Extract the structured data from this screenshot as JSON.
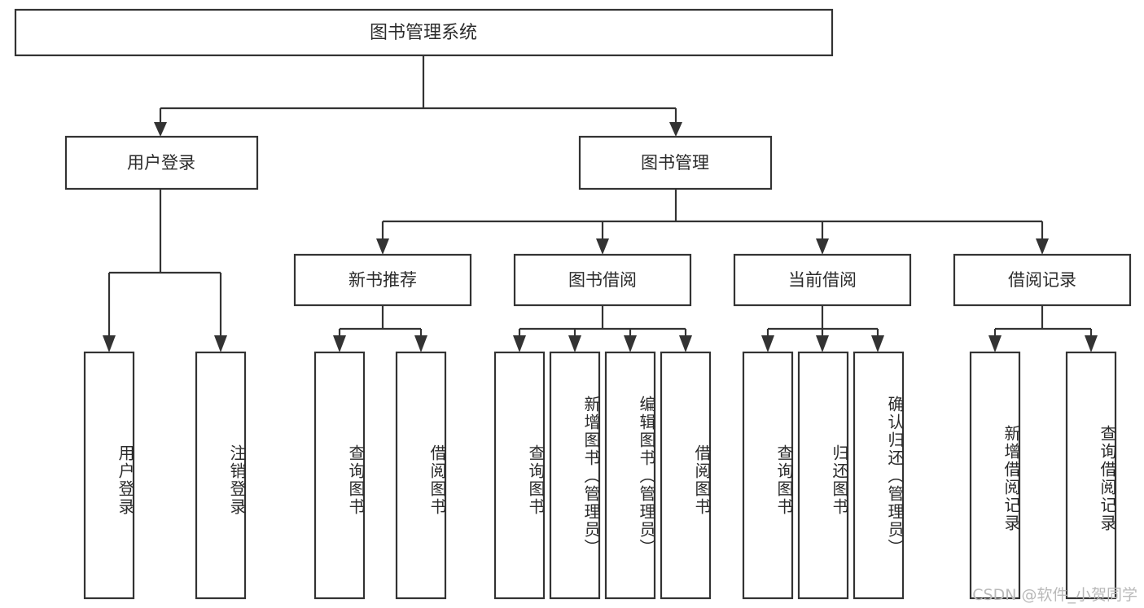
{
  "diagram": {
    "title_node": {
      "label": "图书管理系统"
    },
    "level2": [
      {
        "label": "用户登录"
      },
      {
        "label": "图书管理"
      }
    ],
    "level3": [
      {
        "label": "新书推荐"
      },
      {
        "label": "图书借阅"
      },
      {
        "label": "当前借阅"
      },
      {
        "label": "借阅记录"
      }
    ],
    "leaves": {
      "user_login": [
        {
          "label": "用户登录"
        },
        {
          "label": "注销登录"
        }
      ],
      "new_book_recommend": [
        {
          "label": "查询图书"
        },
        {
          "label": "借阅图书"
        }
      ],
      "book_borrow": [
        {
          "label": "查询图书"
        },
        {
          "label": "新增图书（管理员）"
        },
        {
          "label": "编辑图书（管理员）"
        },
        {
          "label": "借阅图书"
        }
      ],
      "current_borrow": [
        {
          "label": "查询图书"
        },
        {
          "label": "归还图书"
        },
        {
          "label": "确认归还（管理员）"
        }
      ],
      "borrow_record": [
        {
          "label": "新增借阅记录"
        },
        {
          "label": "查询借阅记录"
        }
      ]
    }
  },
  "watermark": {
    "text": "CSDN @软件_小贺同学"
  },
  "colors": {
    "box_stroke": "#333333",
    "box_fill": "#ffffff",
    "text": "#2b2b2b",
    "watermark": "#b9b9b9",
    "background": "#ffffff"
  }
}
